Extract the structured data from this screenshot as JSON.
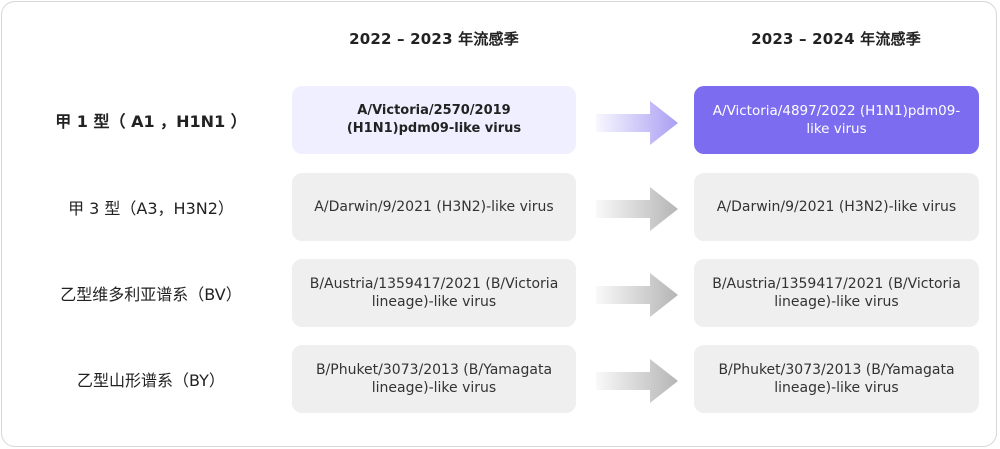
{
  "headers": {
    "season_2022": "2022 – 2023 年流感季",
    "season_2023": "2023 – 2024 年流感季"
  },
  "rows": [
    {
      "label": "甲 1 型（ A1 ，H1N1 ）",
      "strain_2022": "A/Victoria/2570/2019 (H1N1)pdm09-like virus",
      "strain_2023": "A/Victoria/4897/2022 (H1N1)pdm09-like virus"
    },
    {
      "label": "甲 3 型（A3，H3N2）",
      "strain_2022": "A/Darwin/9/2021 (H3N2)-like virus",
      "strain_2023": "A/Darwin/9/2021 (H3N2)-like virus"
    },
    {
      "label": "乙型维多利亚谱系（BV）",
      "strain_2022": "B/Austria/1359417/2021 (B/Victoria lineage)-like virus",
      "strain_2023": "B/Austria/1359417/2021 (B/Victoria lineage)-like virus"
    },
    {
      "label": "乙型山形谱系（BY）",
      "strain_2022": "B/Phuket/3073/2013 (B/Yamagata lineage)-like virus",
      "strain_2023": "B/Phuket/3073/2013 (B/Yamagata lineage)-like virus"
    }
  ],
  "colors": {
    "highlight_strong": "#7b6cf0",
    "highlight_light": "#f0efff",
    "neutral_box": "#efefef",
    "arrow_purple": "#a99ff3",
    "arrow_gray": "#b5b5b5"
  },
  "icons": {
    "arrow": "arrow-right-icon"
  }
}
